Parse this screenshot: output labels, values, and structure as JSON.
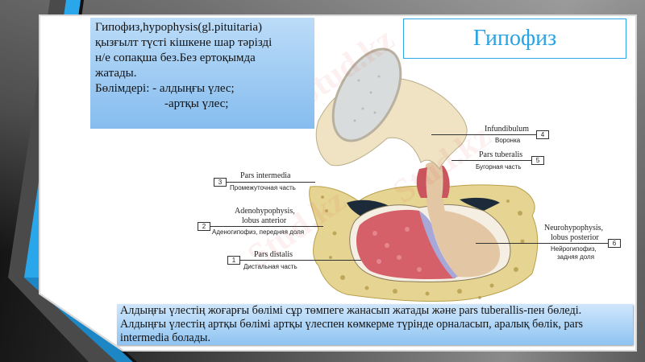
{
  "slide": {
    "title": "Гипофиз",
    "info_box": {
      "lines": [
        "Гипофиз,hypophysis(gl.pituitaria)",
        "қызғылт түсті кішкене шар тәрізді",
        "н/е сопақша без.Без ертоқымда",
        "жатады.",
        "Бөлімдері: - алдыңғы үлес;",
        "-артқы үлес;"
      ]
    },
    "bottom_box": {
      "lines": [
        "Алдыңғы үлестің жоғарғы бөлімі сұр төмпеге жанасып жатады және pars tuberallis-пен бөледі.",
        "Алдыңғы үлестің артқы бөлімі артқы үлеспен көмкерме түрінде орналасып, аралық бөлік, pars",
        "intermedia болады."
      ]
    },
    "diagram": {
      "labels": [
        {
          "number": "1",
          "latin": "Pars distalis",
          "russian": "Дистальная часть"
        },
        {
          "number": "2",
          "latin": "Adenohypophysis,",
          "latin2": "lobus anterior",
          "russian": "Аденогипофиз, передняя доля"
        },
        {
          "number": "3",
          "latin": "Pars intermedia",
          "russian": "Промежуточная часть"
        },
        {
          "number": "4",
          "latin": "Infundibulum",
          "russian": "Воронка"
        },
        {
          "number": "5",
          "latin": "Pars tuberalis",
          "russian": "Бугорная часть"
        },
        {
          "number": "6",
          "latin": "Neurohypophysis,",
          "latin2": "lobus posterior",
          "russian": "Нейрогипофиз,",
          "russian2": "задняя доля"
        }
      ]
    },
    "watermark": "Stud.kz"
  },
  "colors": {
    "accent_blue": "#29a3e3",
    "band_blue": "#1e8fd0",
    "info_box_bg": "#9bc9f2",
    "adenohypophysis": "#d9606a",
    "neurohypophysis": "#e6c9a8",
    "bone": "#e8d68a"
  }
}
